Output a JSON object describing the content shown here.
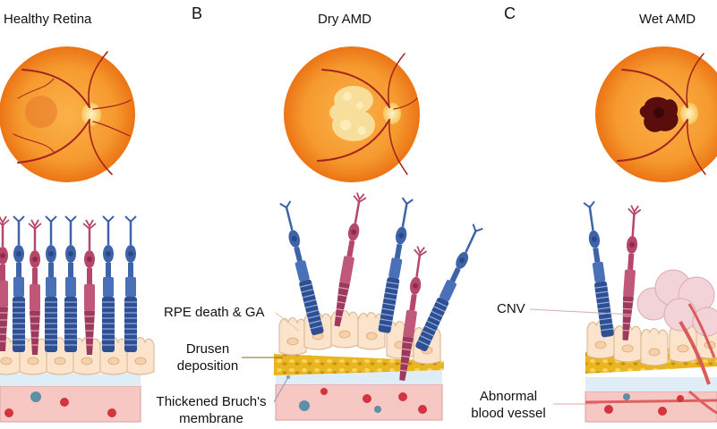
{
  "panels": [
    {
      "letter": "",
      "title": "Healthy Retina"
    },
    {
      "letter": "B",
      "title": "Dry AMD"
    },
    {
      "letter": "C",
      "title": "Wet AMD"
    }
  ],
  "labels": {
    "rpe_death": "RPE death & GA",
    "drusen_line1": "Drusen",
    "drusen_line2": "deposition",
    "bruch_line1": "Thickened Bruch's",
    "bruch_line2": "membrane",
    "cnv": "CNV",
    "abnormal_line1": "Abnormal",
    "abnormal_line2": "blood vessel"
  },
  "colors": {
    "fundus_outer": "#f07d18",
    "fundus_inner": "#fbb24a",
    "vessel": "#a3231f",
    "rod": "#3e63a8",
    "cone": "#b4476a",
    "rpe_cell": "#fbe4cb",
    "drusen": "#e9b521",
    "bruch": "#dfeef6",
    "choroid": "#f7c7c4",
    "blood_cell_red": "#d23540",
    "blood_cell_blue": "#5d8fa8",
    "cnv_cloud": "#f1d3d8"
  }
}
